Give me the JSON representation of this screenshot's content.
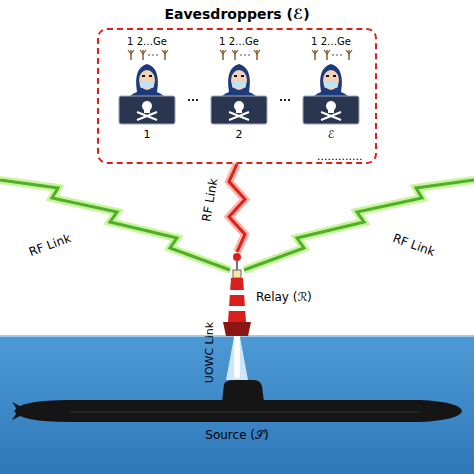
{
  "diagram": {
    "nodes": [
      {
        "text": [
          "Eavesdroppers (ℰ)"
        ]
      },
      {
        "text": [
          "1 2…Ge",
          "1"
        ],
        "in": 0
      },
      {
        "text": [
          "1 2…Ge",
          "2"
        ],
        "in": 0
      },
      {
        "text": [
          "1 2…Ge",
          "ℰ"
        ],
        "in": 0
      },
      {
        "text": [
          "Relay (ℛ)"
        ]
      },
      {
        "text": [
          "Source (𝒮)"
        ]
      }
    ],
    "edges": [
      {
        "from": 5,
        "to": 4,
        "label": "UOWC Link",
        "arrow": "none"
      },
      {
        "from": 4,
        "to": 0,
        "label": "RF Link",
        "arrow": "none"
      }
    ],
    "labels": [
      "RF Link",
      "RF Link",
      "............."
    ]
  }
}
